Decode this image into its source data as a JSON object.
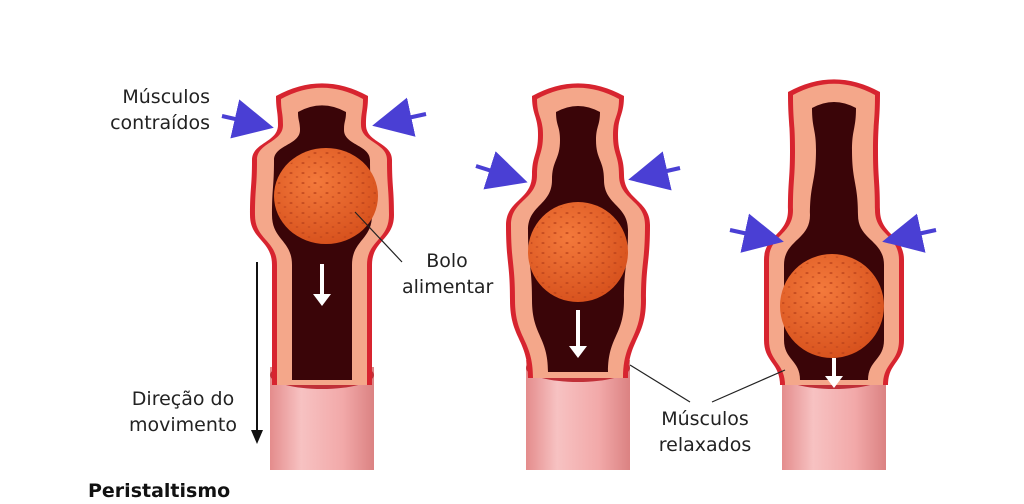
{
  "title": "Peristaltismo",
  "labels": {
    "contracted": [
      "Músculos",
      "contraídos"
    ],
    "bolus": [
      "Bolo",
      "alimentar"
    ],
    "direction": [
      "Direção do",
      "movimento"
    ],
    "relaxed": [
      "Músculos",
      "relaxados"
    ]
  },
  "colors": {
    "wall": "#d7242f",
    "muscle": "#f4a78a",
    "lumen": "#3a0508",
    "bolus": "#e8612a",
    "tube": "#f2a6a6",
    "arrow": "#4a3fd4"
  },
  "icons": [
    "contraction-arrow-icon",
    "movement-arrow-icon",
    "direction-arrow-icon"
  ]
}
